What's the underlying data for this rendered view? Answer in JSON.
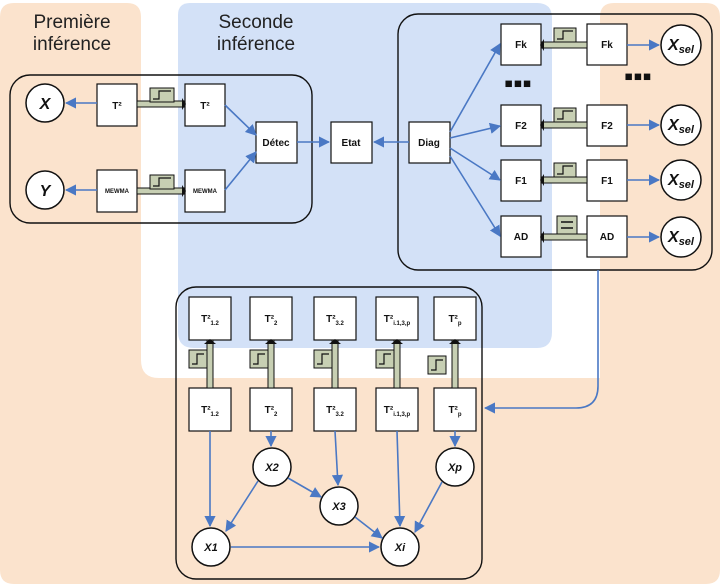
{
  "zones": {
    "first_inference": {
      "line1": "Première",
      "line2": "inférence",
      "color": "#fbe3cd"
    },
    "second_inference": {
      "line1": "Seconde",
      "line2": "inférence",
      "color": "#d3e1f7"
    }
  },
  "colors": {
    "arrow": "#4a78c4",
    "node_fill": "#ffffff",
    "stroke": "#111111",
    "threshold_fill": "#c7cfb3"
  },
  "top_network": {
    "variables": {
      "x": "X",
      "y": "Y"
    },
    "t2_left": "T²",
    "t2_right": "T²",
    "mewma_left": "MEWMA",
    "mewma_right": "MEWMA",
    "detec": "Détec",
    "etat": "Etat",
    "diag": "Diag"
  },
  "diag_network": {
    "fault_nodes": [
      {
        "name": "Fk",
        "indicator": "Fk",
        "output": "X",
        "output_sub": "sel"
      },
      {
        "name": "F2",
        "indicator": "F2",
        "output": "X",
        "output_sub": "sel"
      },
      {
        "name": "F1",
        "indicator": "F1",
        "output": "X",
        "output_sub": "sel"
      },
      {
        "name": "AD",
        "indicator": "AD",
        "output": "X",
        "output_sub": "sel"
      }
    ],
    "ellipsis": "▪▪▪"
  },
  "bottom_network": {
    "t2_nodes": [
      {
        "base": "T²",
        "sub": "1.2"
      },
      {
        "base": "T²",
        "sub": "2"
      },
      {
        "base": "T²",
        "sub": "3.2"
      },
      {
        "base": "T²",
        "sub": "i.1,3,p"
      },
      {
        "base": "T²",
        "sub": "p"
      }
    ],
    "variables": {
      "x1": "X1",
      "x2": "X2",
      "x3": "X3",
      "xi": "Xi",
      "xp": "Xp"
    }
  }
}
